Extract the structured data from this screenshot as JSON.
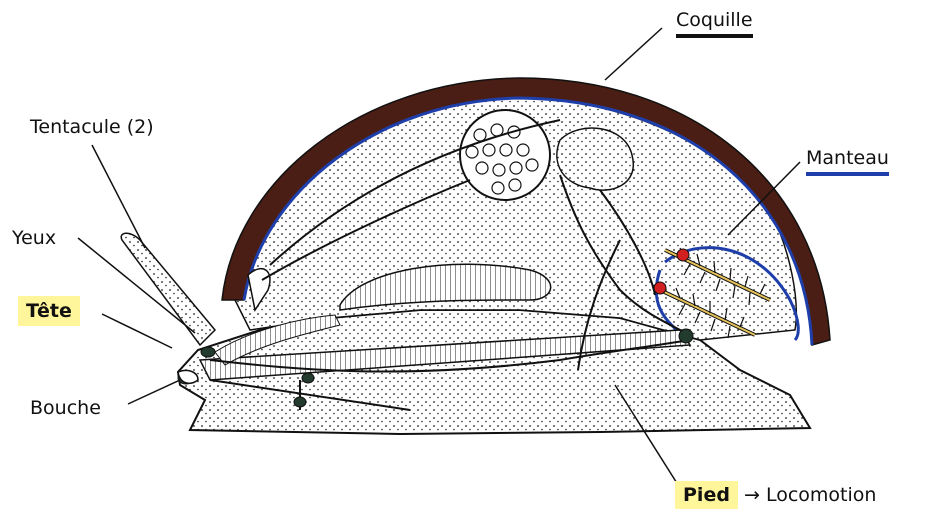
{
  "labels": {
    "coquille": "Coquille",
    "manteau": "Manteau",
    "tentacule": "Tentacule (2)",
    "yeux": "Yeux",
    "tete": "Tête",
    "bouche": "Bouche",
    "pied": "Pied",
    "arrow": "→",
    "locomotion": "Locomotion"
  },
  "colors": {
    "shell": "#4a1e14",
    "mantle": "#1e3faa",
    "highlight": "#fff59a",
    "gill": "#e6c35a",
    "red_dot": "#d21f1f",
    "dark_node": "#233a2e"
  },
  "icons": {
    "arrow": "right-arrow-icon"
  }
}
